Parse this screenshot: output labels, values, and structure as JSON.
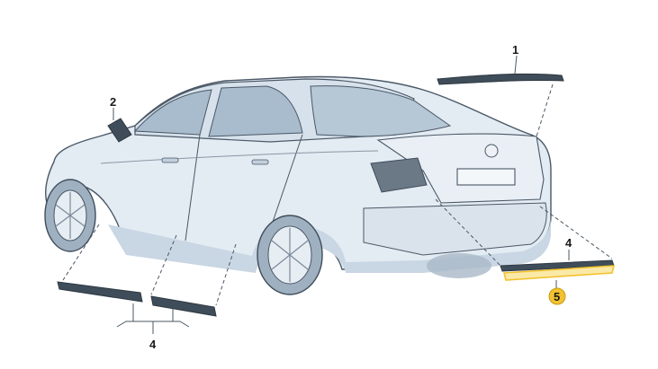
{
  "diagram": {
    "callouts": {
      "rear_spoiler_trim": "1",
      "mirror": "2",
      "sill_trim_group": "4",
      "rear_bumper_trim": "4",
      "highlighted_part": "5"
    },
    "colors": {
      "car_body": "#e3ebf3",
      "car_shadow": "#c9d6e3",
      "glass": "#a9bccd",
      "outline": "#4a5866",
      "trim_dark": "#3f4d5a",
      "highlight": "#f2c230",
      "highlight_fill": "#fbe9a8"
    }
  }
}
